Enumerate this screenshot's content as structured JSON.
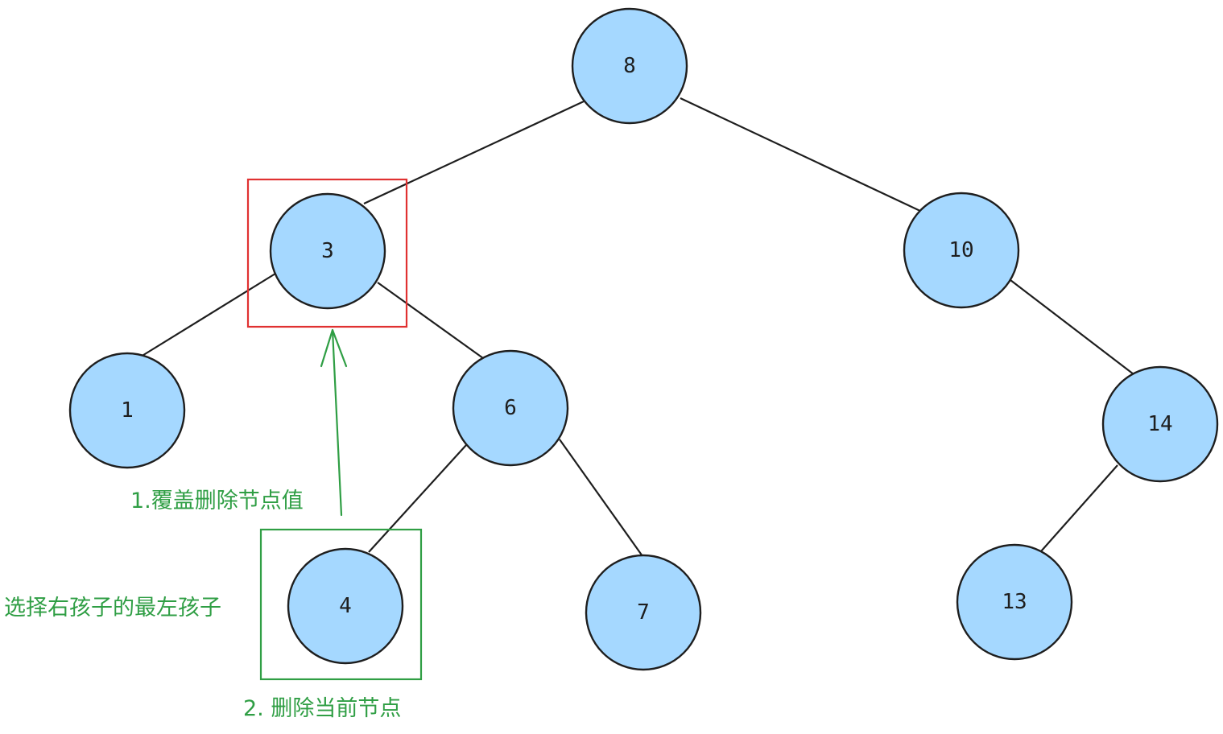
{
  "tree": {
    "nodes": [
      {
        "id": "8",
        "label": "8"
      },
      {
        "id": "3",
        "label": "3"
      },
      {
        "id": "10",
        "label": "10"
      },
      {
        "id": "1",
        "label": "1"
      },
      {
        "id": "6",
        "label": "6"
      },
      {
        "id": "14",
        "label": "14"
      },
      {
        "id": "4",
        "label": "4"
      },
      {
        "id": "7",
        "label": "7"
      },
      {
        "id": "13",
        "label": "13"
      }
    ],
    "edges": [
      {
        "from": "8",
        "to": "3"
      },
      {
        "from": "8",
        "to": "10"
      },
      {
        "from": "3",
        "to": "1"
      },
      {
        "from": "3",
        "to": "6"
      },
      {
        "from": "6",
        "to": "4"
      },
      {
        "from": "6",
        "to": "7"
      },
      {
        "from": "10",
        "to": "14"
      },
      {
        "from": "14",
        "to": "13"
      }
    ]
  },
  "annotations": {
    "step1": "1.覆盖删除节点值",
    "choose": "选择右孩子的最左孩子",
    "step2": "2. 删除当前节点"
  },
  "colors": {
    "node_fill": "#a5d8ff",
    "stroke": "#1e1e1e",
    "highlight_target": "#e03131",
    "highlight_replacement": "#2f9e44"
  }
}
